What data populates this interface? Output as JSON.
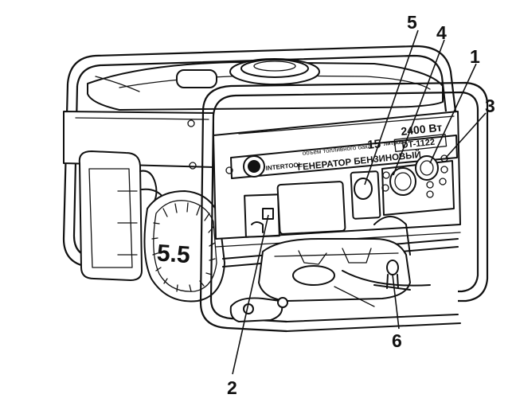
{
  "product": {
    "brand": "INTERTOOL",
    "tank_caption": "объем топливного бака",
    "tank_volume": "15",
    "tank_unit": "литров",
    "type_label": "ГЕНЕРАТОР БЕНЗИНОВЫЙ",
    "power": "2400 Вт",
    "model": "DT-1122",
    "engine_badge": "5.5"
  },
  "callouts": [
    "1",
    "2",
    "3",
    "4",
    "5",
    "6"
  ]
}
